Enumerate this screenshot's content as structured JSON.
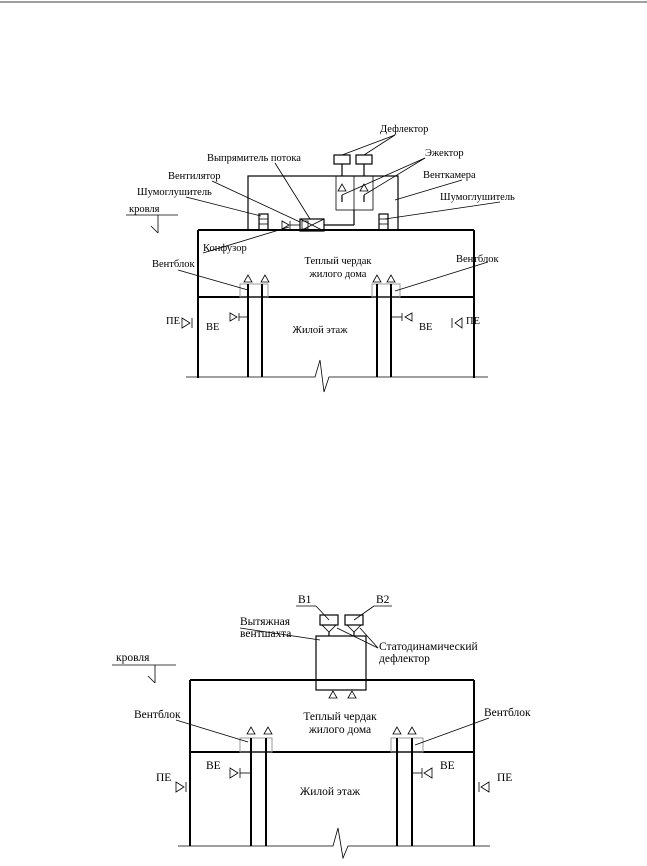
{
  "diagram1": {
    "deflector": "Дефлектор",
    "ejector": "Эжектор",
    "flow_straightener": "Выпрямитель потока",
    "ventcamera": "Венткамера",
    "fan": "Вентилятор",
    "silencer_left": "Шумоглушитель",
    "silencer_right": "Шумоглушитель",
    "roof": "кровля",
    "confuser": "Конфузор",
    "ventblock_left": "Вентблок",
    "ventblock_right": "Вентблок",
    "attic_line1": "Теплый чердак",
    "attic_line2": "жилого дома",
    "pe_left": "ПЕ",
    "ve_left": "ВЕ",
    "living_floor": "Жилой этаж",
    "ve_right": "ВЕ",
    "pe_right": "ПЕ"
  },
  "diagram2": {
    "b1": "В1",
    "b2": "В2",
    "exhaust_shaft_line1": "Вытяжная",
    "exhaust_shaft_line2": "вентшахта",
    "statodynamic_line1": "Статодинамический",
    "statodynamic_line2": "дефлектор",
    "roof": "кровля",
    "ventblock_left": "Вентблок",
    "ventblock_right": "Вентблок",
    "attic_line1": "Теплый чердак",
    "attic_line2": "жилого дома",
    "pe_left": "ПЕ",
    "ve_left": "ВЕ",
    "living_floor": "Жилой этаж",
    "ve_right": "ВЕ",
    "pe_right": "ПЕ"
  }
}
